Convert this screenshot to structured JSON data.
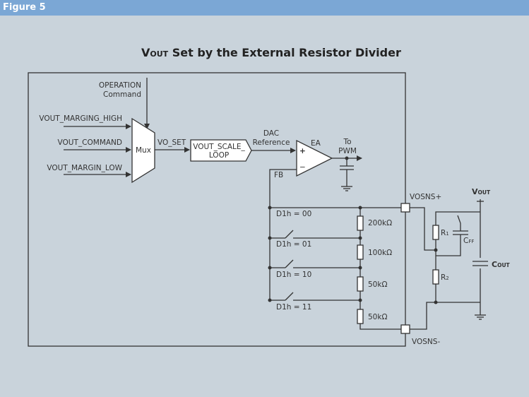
{
  "header": {
    "figure_label": "Figure 5"
  },
  "diagram": {
    "title_main": "V",
    "title_sub": "OUT",
    "title_rest": " Set by the External Resistor Divider",
    "inputs": [
      "VOUT_MARGING_HIGH",
      "VOUT_COMMAND",
      "VOUT_MARGIN_LOW"
    ],
    "operation_label_1": "OPERATION",
    "operation_label_2": "Command",
    "mux_label": "Mux",
    "vo_set_label": "VO_SET",
    "scale_loop_1": "VOUT_SCALE_",
    "scale_loop_2": "LOOP",
    "dac_1": "DAC",
    "dac_2": "Reference",
    "ea_label": "EA",
    "plus": "+",
    "minus": "−",
    "to_pwm_1": "To",
    "to_pwm_2": "PWM",
    "fb_label": "FB",
    "switch_labels": [
      "D1h = 00",
      "D1h = 01",
      "D1h = 10",
      "D1h = 11"
    ],
    "resistors": [
      "200kΩ",
      "100kΩ",
      "50kΩ",
      "50kΩ"
    ],
    "vosns_plus": "VOSNS+",
    "vosns_minus": "VOSNS-",
    "vout_main": "V",
    "vout_sub": "OUT",
    "r1_main": "R",
    "r1_sub": "1",
    "r2_main": "R",
    "r2_sub": "2",
    "cff_main": "C",
    "cff_sub": "FF",
    "cout_main": "C",
    "cout_sub": "OUT"
  },
  "colors": {
    "header": "#7ba7d5",
    "background": "#c9d3db",
    "line": "#333333"
  }
}
